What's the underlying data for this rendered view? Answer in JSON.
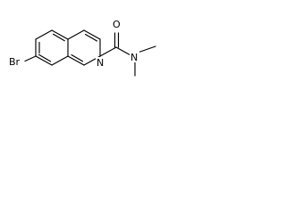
{
  "molecule": {
    "atoms": {
      "bromine": "Br",
      "ring_nitrogen": "N",
      "amide_oxygen": "O",
      "amide_nitrogen": "N"
    },
    "colors": {
      "background": "#ffffff",
      "bond": "#000000",
      "label": "#000000"
    }
  }
}
